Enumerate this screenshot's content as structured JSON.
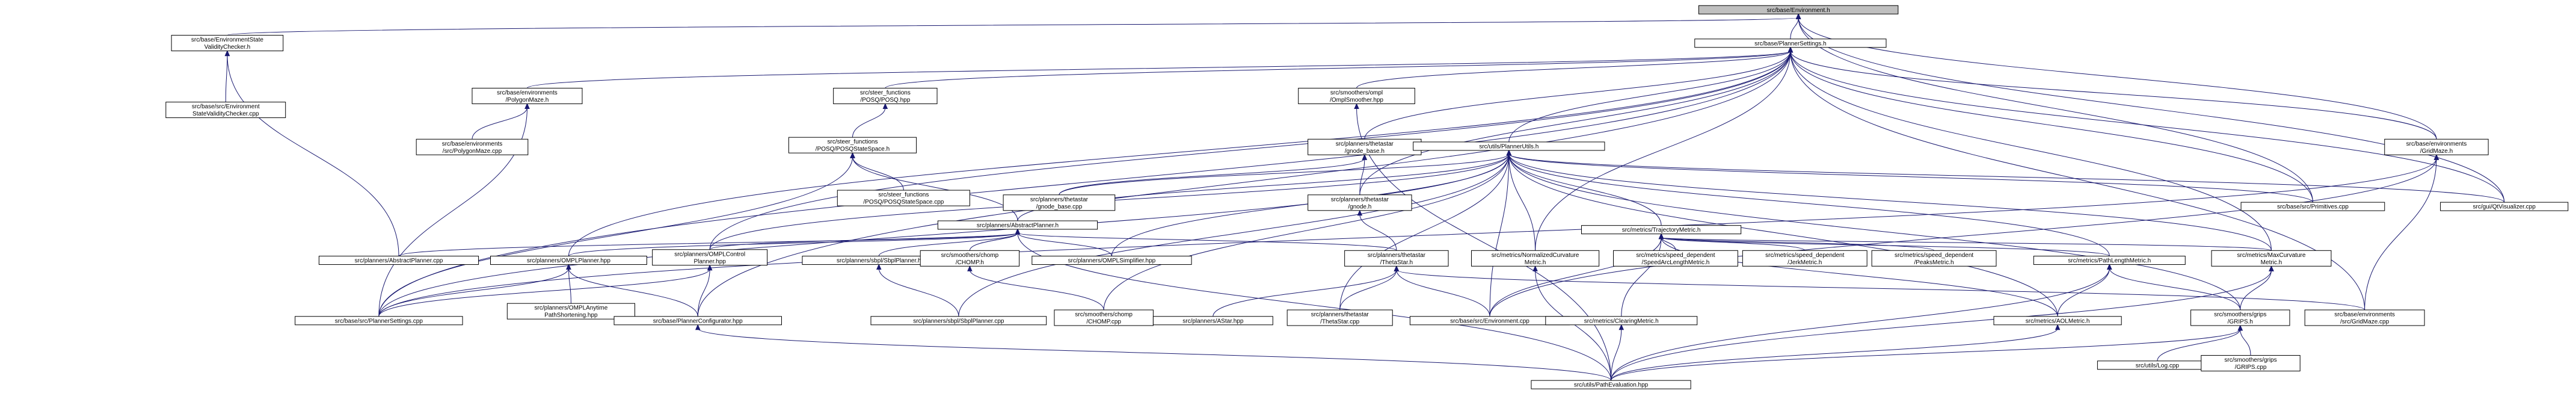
{
  "graph": {
    "nodes": [
      {
        "id": "env_h",
        "lines": [
          "src/base/Environment.h"
        ],
        "root": true
      },
      {
        "id": "escheck_h",
        "lines": [
          "src/base/EnvironmentState",
          "ValidityChecker.h"
        ]
      },
      {
        "id": "planset_h",
        "lines": [
          "src/base/PlannerSettings.h"
        ]
      },
      {
        "id": "escheck_cpp",
        "lines": [
          "src/base/src/Environment",
          "StateValidityChecker.cpp"
        ]
      },
      {
        "id": "polymaze_h",
        "lines": [
          "src/base/environments",
          "/PolygonMaze.h"
        ]
      },
      {
        "id": "posq_hpp",
        "lines": [
          "src/steer_functions",
          "/POSQ/POSQ.hpp"
        ]
      },
      {
        "id": "omplsm_hpp",
        "lines": [
          "src/smoothers/ompl",
          "/OmplSmoother.hpp"
        ]
      },
      {
        "id": "polymaze_cpp",
        "lines": [
          "src/base/environments",
          "/src/PolygonMaze.cpp"
        ]
      },
      {
        "id": "posqss_h",
        "lines": [
          "src/steer_functions",
          "/POSQ/POSQStateSpace.h"
        ]
      },
      {
        "id": "gnodebase_h",
        "lines": [
          "src/planners/thetastar",
          "/gnode_base.h"
        ]
      },
      {
        "id": "plannerutils_h",
        "lines": [
          "src/utils/PlannerUtils.h"
        ]
      },
      {
        "id": "gridmaze_h",
        "lines": [
          "src/base/environments",
          "/GridMaze.h"
        ]
      },
      {
        "id": "posqss_cpp",
        "lines": [
          "src/steer_functions",
          "/POSQ/POSQStateSpace.cpp"
        ]
      },
      {
        "id": "gnodebase_cpp",
        "lines": [
          "src/planners/thetastar",
          "/gnode_base.cpp"
        ]
      },
      {
        "id": "gnode_h",
        "lines": [
          "src/planners/thetastar",
          "/gnode.h"
        ]
      },
      {
        "id": "primitives_cpp",
        "lines": [
          "src/base/src/Primitives.cpp"
        ]
      },
      {
        "id": "qtvis_cpp",
        "lines": [
          "src/gui/QtVisualizer.cpp"
        ]
      },
      {
        "id": "absplanner_h",
        "lines": [
          "src/planners/AbstractPlanner.h"
        ]
      },
      {
        "id": "trajmetric_h",
        "lines": [
          "src/metrics/TrajectoryMetric.h"
        ]
      },
      {
        "id": "absplanner_cpp",
        "lines": [
          "src/planners/AbstractPlanner.cpp"
        ]
      },
      {
        "id": "omplplanner_hpp",
        "lines": [
          "src/planners/OMPLPlanner.hpp"
        ]
      },
      {
        "id": "omplcontrol_hpp",
        "lines": [
          "src/planners/OMPLControl",
          "Planner.hpp"
        ]
      },
      {
        "id": "sbpl_h",
        "lines": [
          "src/planners/sbpl/SbplPlanner.h"
        ]
      },
      {
        "id": "chomp_h",
        "lines": [
          "src/smoothers/chomp",
          "/CHOMP.h"
        ]
      },
      {
        "id": "omplsimp_hpp",
        "lines": [
          "src/planners/OMPLSimplifier.hpp"
        ]
      },
      {
        "id": "thetastar_h",
        "lines": [
          "src/planners/thetastar",
          "/ThetaStar.h"
        ]
      },
      {
        "id": "normcurv_h",
        "lines": [
          "src/metrics/NormalizedCurvature",
          "Metric.h"
        ]
      },
      {
        "id": "speedarc_h",
        "lines": [
          "src/metrics/speed_dependent",
          "/SpeedArcLengthMetric.h"
        ]
      },
      {
        "id": "jerk_h",
        "lines": [
          "src/metrics/speed_dependent",
          "/JerkMetric.h"
        ]
      },
      {
        "id": "peaks_h",
        "lines": [
          "src/metrics/speed_dependent",
          "/PeaksMetric.h"
        ]
      },
      {
        "id": "pathlen_h",
        "lines": [
          "src/metrics/PathLengthMetric.h"
        ]
      },
      {
        "id": "maxcurv_h",
        "lines": [
          "src/metrics/MaxCurvature",
          "Metric.h"
        ]
      },
      {
        "id": "planset_cpp",
        "lines": [
          "src/base/src/PlannerSettings.cpp"
        ]
      },
      {
        "id": "anytime_hpp",
        "lines": [
          "src/planners/OMPLAnytime",
          "PathShortening.hpp"
        ]
      },
      {
        "id": "plannerconf_hpp",
        "lines": [
          "src/base/PlannerConfigurator.hpp"
        ]
      },
      {
        "id": "sbpl_cpp",
        "lines": [
          "src/planners/sbpl/SbplPlanner.cpp"
        ]
      },
      {
        "id": "chomp_cpp",
        "lines": [
          "src/smoothers/chomp",
          "/CHOMP.cpp"
        ]
      },
      {
        "id": "astar_hpp",
        "lines": [
          "src/planners/AStar.hpp"
        ]
      },
      {
        "id": "thetastar_cpp",
        "lines": [
          "src/planners/thetastar",
          "/ThetaStar.cpp"
        ]
      },
      {
        "id": "env_cpp",
        "lines": [
          "src/base/src/Environment.cpp"
        ]
      },
      {
        "id": "clearing_h",
        "lines": [
          "src/metrics/ClearingMetric.h"
        ]
      },
      {
        "id": "aol_h",
        "lines": [
          "src/metrics/AOLMetric.h"
        ]
      },
      {
        "id": "grips_h",
        "lines": [
          "src/smoothers/grips",
          "/GRIPS.h"
        ]
      },
      {
        "id": "gridmaze_cpp",
        "lines": [
          "src/base/environments",
          "/src/GridMaze.cpp"
        ]
      },
      {
        "id": "patheval_hpp",
        "lines": [
          "src/utils/PathEvaluation.hpp"
        ]
      },
      {
        "id": "log_cpp",
        "lines": [
          "src/utils/Log.cpp"
        ]
      },
      {
        "id": "grips_cpp",
        "lines": [
          "src/smoothers/grips",
          "/GRIPS.cpp"
        ]
      }
    ],
    "edges": [
      [
        "env_h",
        "escheck_h"
      ],
      [
        "env_h",
        "planset_h"
      ],
      [
        "env_h",
        "gridmaze_h"
      ],
      [
        "env_h",
        "primitives_cpp"
      ],
      [
        "env_h",
        "qtvis_cpp"
      ],
      [
        "escheck_h",
        "escheck_cpp"
      ],
      [
        "escheck_h",
        "absplanner_cpp"
      ],
      [
        "planset_h",
        "polymaze_h"
      ],
      [
        "planset_h",
        "posq_hpp"
      ],
      [
        "planset_h",
        "omplsm_hpp"
      ],
      [
        "planset_h",
        "gnodebase_h"
      ],
      [
        "planset_h",
        "plannerutils_h"
      ],
      [
        "planset_h",
        "gridmaze_h"
      ],
      [
        "planset_h",
        "gnode_h"
      ],
      [
        "planset_h",
        "normcurv_h"
      ],
      [
        "planset_h",
        "primitives_cpp"
      ],
      [
        "planset_h",
        "qtvis_cpp"
      ],
      [
        "planset_h",
        "omplplanner_hpp"
      ],
      [
        "planset_h",
        "omplcontrol_hpp"
      ],
      [
        "planset_h",
        "planset_cpp"
      ],
      [
        "planset_h",
        "plannerconf_hpp"
      ],
      [
        "planset_h",
        "maxcurv_h"
      ],
      [
        "planset_h",
        "gridmaze_cpp"
      ],
      [
        "polymaze_h",
        "polymaze_cpp"
      ],
      [
        "polymaze_h",
        "planset_cpp"
      ],
      [
        "posq_hpp",
        "posqss_h"
      ],
      [
        "posqss_h",
        "posqss_cpp"
      ],
      [
        "posqss_h",
        "absplanner_h"
      ],
      [
        "posqss_h",
        "planset_cpp"
      ],
      [
        "omplsm_hpp",
        "patheval_hpp"
      ],
      [
        "gnodebase_h",
        "gnodebase_cpp"
      ],
      [
        "gnodebase_h",
        "gnode_h"
      ],
      [
        "gnode_h",
        "thetastar_h"
      ],
      [
        "plannerutils_h",
        "gnodebase_cpp"
      ],
      [
        "plannerutils_h",
        "absplanner_h"
      ],
      [
        "plannerutils_h",
        "trajmetric_h"
      ],
      [
        "plannerutils_h",
        "omplsimp_hpp"
      ],
      [
        "plannerutils_h",
        "normcurv_h"
      ],
      [
        "plannerutils_h",
        "pathlen_h"
      ],
      [
        "plannerutils_h",
        "maxcurv_h"
      ],
      [
        "plannerutils_h",
        "primitives_cpp"
      ],
      [
        "plannerutils_h",
        "qtvis_cpp"
      ],
      [
        "plannerutils_h",
        "omplcontrol_hpp"
      ],
      [
        "plannerutils_h",
        "planset_cpp"
      ],
      [
        "plannerutils_h",
        "chomp_cpp"
      ],
      [
        "plannerutils_h",
        "thetastar_cpp"
      ],
      [
        "plannerutils_h",
        "env_cpp"
      ],
      [
        "plannerutils_h",
        "sbpl_cpp"
      ],
      [
        "plannerutils_h",
        "aol_h"
      ],
      [
        "plannerutils_h",
        "grips_h"
      ],
      [
        "gridmaze_h",
        "gridmaze_cpp"
      ],
      [
        "gridmaze_h",
        "env_cpp"
      ],
      [
        "gridmaze_h",
        "planset_cpp"
      ],
      [
        "absplanner_h",
        "absplanner_cpp"
      ],
      [
        "absplanner_h",
        "omplplanner_hpp"
      ],
      [
        "absplanner_h",
        "omplcontrol_hpp"
      ],
      [
        "absplanner_h",
        "sbpl_h"
      ],
      [
        "absplanner_h",
        "chomp_h"
      ],
      [
        "absplanner_h",
        "omplsimp_hpp"
      ],
      [
        "absplanner_h",
        "thetastar_h"
      ],
      [
        "absplanner_h",
        "patheval_hpp"
      ],
      [
        "trajmetric_h",
        "speedarc_h"
      ],
      [
        "trajmetric_h",
        "jerk_h"
      ],
      [
        "trajmetric_h",
        "peaks_h"
      ],
      [
        "trajmetric_h",
        "pathlen_h"
      ],
      [
        "trajmetric_h",
        "maxcurv_h"
      ],
      [
        "trajmetric_h",
        "clearing_h"
      ],
      [
        "trajmetric_h",
        "aol_h"
      ],
      [
        "trajmetric_h",
        "env_cpp"
      ],
      [
        "omplplanner_hpp",
        "planset_cpp"
      ],
      [
        "omplplanner_hpp",
        "anytime_hpp"
      ],
      [
        "omplplanner_hpp",
        "plannerconf_hpp"
      ],
      [
        "omplcontrol_hpp",
        "plannerconf_hpp"
      ],
      [
        "omplcontrol_hpp",
        "planset_cpp"
      ],
      [
        "sbpl_h",
        "sbpl_cpp"
      ],
      [
        "chomp_h",
        "chomp_cpp"
      ],
      [
        "thetastar_h",
        "astar_hpp"
      ],
      [
        "thetastar_h",
        "thetastar_cpp"
      ],
      [
        "thetastar_h",
        "env_cpp"
      ],
      [
        "thetastar_h",
        "gridmaze_cpp"
      ],
      [
        "normcurv_h",
        "patheval_hpp"
      ],
      [
        "pathlen_h",
        "aol_h"
      ],
      [
        "pathlen_h",
        "grips_h"
      ],
      [
        "pathlen_h",
        "patheval_hpp"
      ],
      [
        "maxcurv_h",
        "grips_h"
      ],
      [
        "maxcurv_h",
        "patheval_hpp"
      ],
      [
        "clearing_h",
        "patheval_hpp"
      ],
      [
        "aol_h",
        "patheval_hpp"
      ],
      [
        "grips_h",
        "patheval_hpp"
      ],
      [
        "grips_h",
        "log_cpp"
      ],
      [
        "grips_h",
        "grips_cpp"
      ],
      [
        "plannerconf_hpp",
        "patheval_hpp"
      ]
    ]
  }
}
